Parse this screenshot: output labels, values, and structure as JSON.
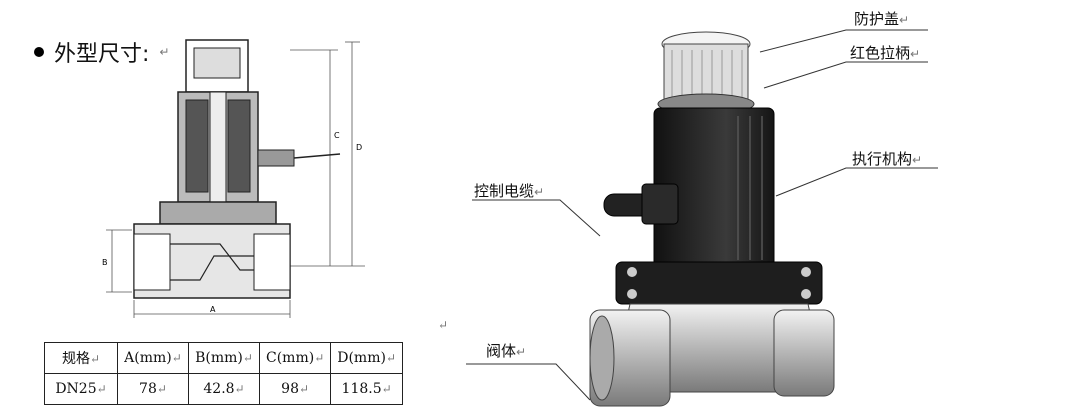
{
  "heading": {
    "text": "外型尺寸:",
    "return_mark": "↵"
  },
  "drawing_dims": {
    "a": "A",
    "b": "B",
    "c": "C",
    "d": "D"
  },
  "table": {
    "headers": [
      "规格",
      "A(mm)",
      "B(mm)",
      "C(mm)",
      "D(mm)"
    ],
    "rows": [
      [
        "DN25",
        "78",
        "42.8",
        "98",
        "118.5"
      ]
    ],
    "mark": "↵"
  },
  "callouts": {
    "protective_cover": "防护盖",
    "red_handle": "红色拉柄",
    "actuator": "执行机构",
    "control_cable": "控制电缆",
    "valve_body": "阀体"
  },
  "stray_mark": "↵"
}
